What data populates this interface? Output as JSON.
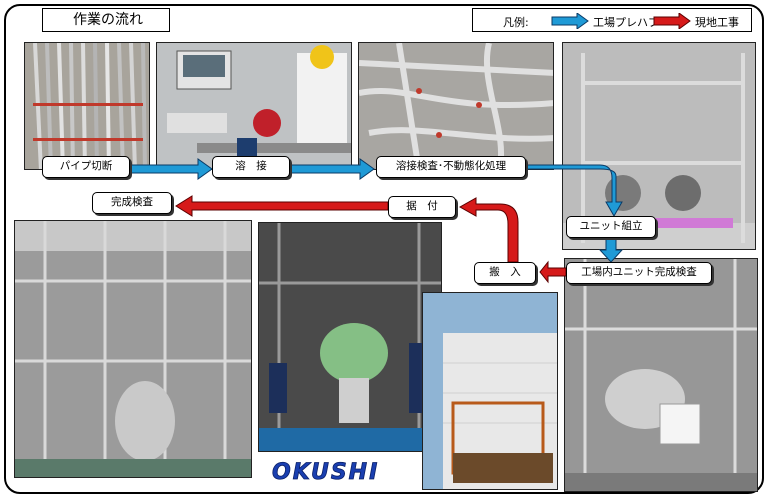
{
  "title": "作業の流れ",
  "legend": {
    "prefix": "凡例:",
    "blue_label": "工場プレハブ",
    "red_label": "現地工事",
    "blue_color": "#1f9ad6",
    "red_color": "#d61a1a"
  },
  "steps": {
    "pipe_cut": "パイプ切断",
    "weld": "溶　接",
    "inspect": "溶接検査･不動態化処理",
    "unit_assembly": "ユニット組立",
    "unit_inspect": "工場内ユニット完成検査",
    "carry_in": "搬　入",
    "install": "据　付",
    "final_inspect": "完成検査"
  },
  "logo_text": "OKUSHI"
}
